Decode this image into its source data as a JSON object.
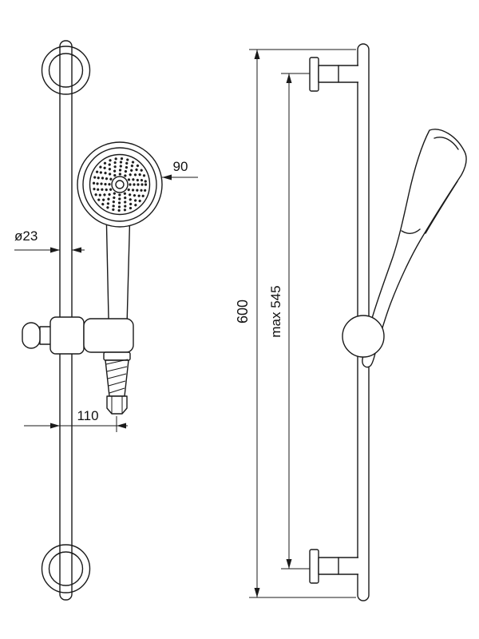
{
  "drawing": {
    "labels": {
      "head_diameter": "90",
      "rail_diameter": "ø23",
      "bracket_offset": "110",
      "rail_length": "600",
      "max_bracket_distance": "max 545"
    },
    "colors": {
      "line": "#1a1a1a",
      "background": "#ffffff"
    }
  }
}
